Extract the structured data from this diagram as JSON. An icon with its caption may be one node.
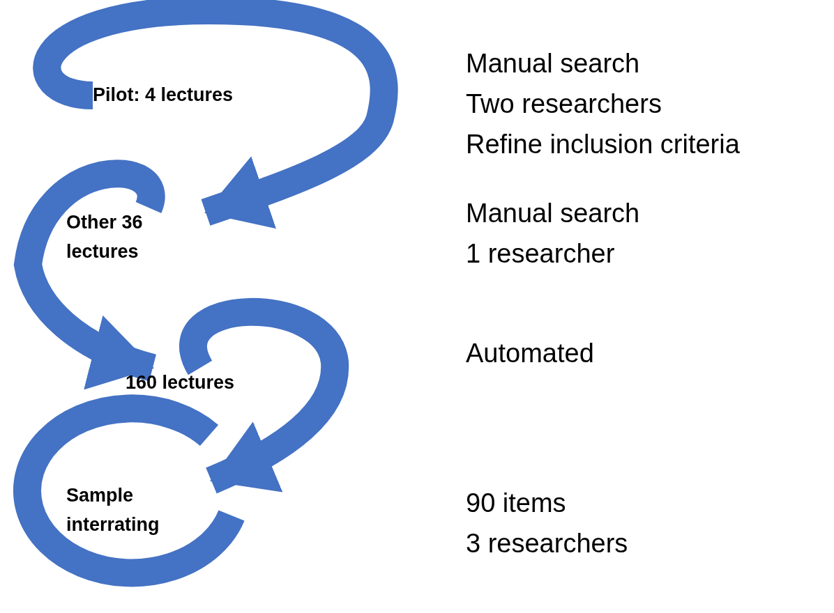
{
  "diagram": {
    "nodes": [
      {
        "text": [
          "Pilot: 4 lectures"
        ],
        "beside": [
          "Manual search",
          "Two researchers",
          "Refine inclusion criteria"
        ]
      },
      {
        "text": [
          "Other 36 lectures"
        ],
        "beside": [
          "Manual search",
          "1 researcher"
        ]
      },
      {
        "text": [
          "160 lectures"
        ]
      },
      {
        "text": [
          "Sample interrating"
        ],
        "beside": [
          "90 items",
          "3 researchers"
        ]
      }
    ],
    "edges": [
      {
        "from": 0,
        "to": 1,
        "arrow": "to"
      },
      {
        "from": 1,
        "to": 2,
        "arrow": "to"
      },
      {
        "from": 2,
        "to": 3,
        "arrow": "to"
      }
    ],
    "labels": [
      "Automated"
    ]
  }
}
